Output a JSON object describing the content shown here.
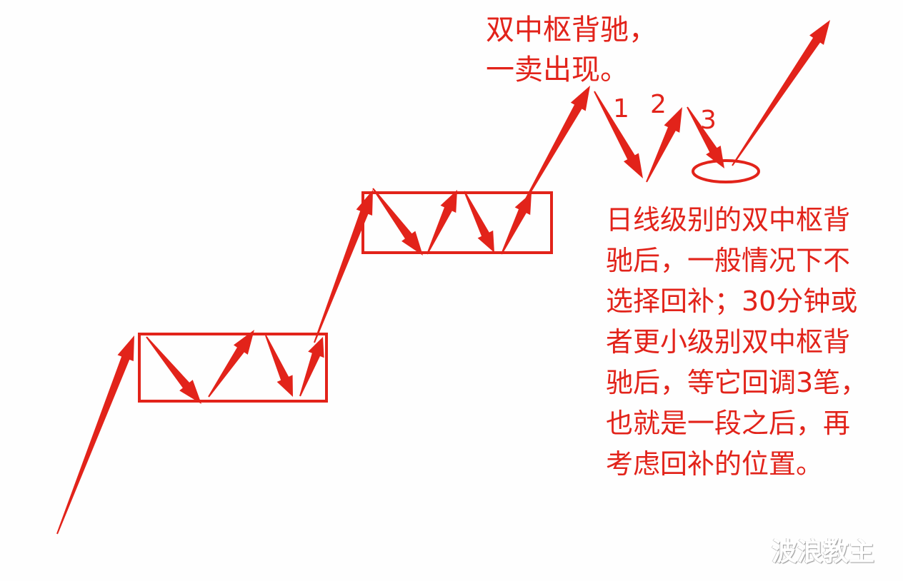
{
  "colors": {
    "accent": "#e2231a",
    "background": "#fefefe"
  },
  "annotation_top": [
    "双中枢背驰，",
    "一卖出现。"
  ],
  "labels": [
    "1",
    "2",
    "3"
  ],
  "annotation_right": [
    "日线级别的双中枢背",
    "驰后，一般情况下不",
    "选择回补；30分钟或",
    "者更小级别双中枢背",
    "驰后，等它回调3笔，",
    "也就是一段之后，再",
    "考虑回补的位置。"
  ],
  "watermark": "波浪教主"
}
